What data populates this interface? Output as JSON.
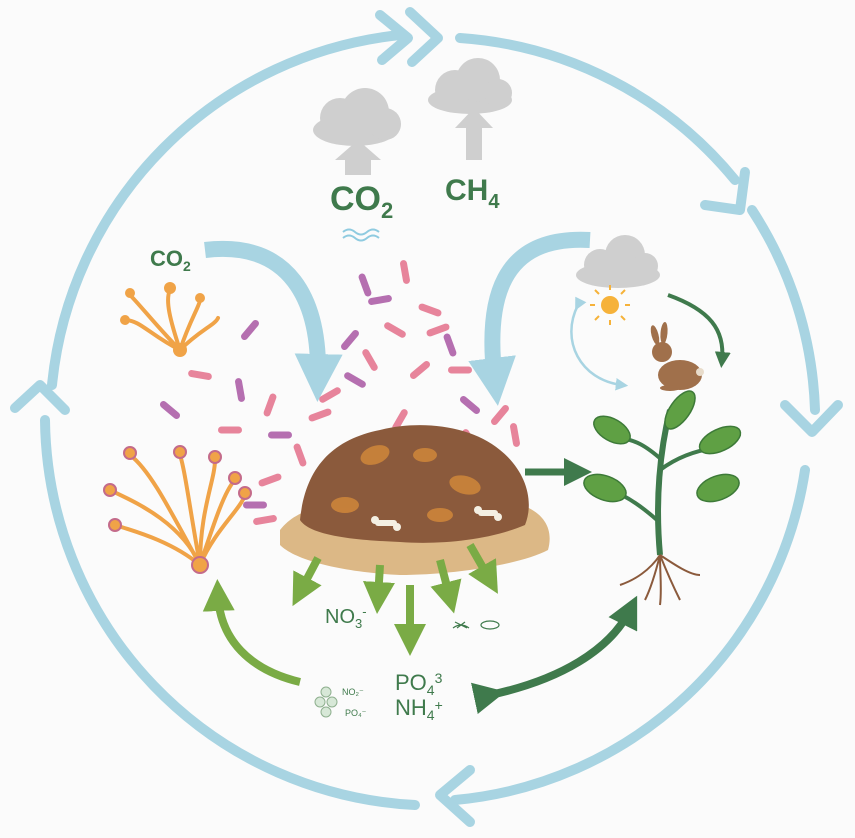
{
  "title": "Soil decomposition and nutrient cycle",
  "labels": {
    "co2_top": {
      "base": "CO",
      "sub": "2"
    },
    "ch4_top": {
      "base": "CH",
      "sub": "4"
    },
    "co2_left": {
      "base": "CO",
      "sub": "2"
    },
    "no3": {
      "base": "NO",
      "sub": "3",
      "sup": "-"
    },
    "po4": {
      "base": "PO",
      "sub": "4",
      "sup": "3"
    },
    "nh4": {
      "base": "NH",
      "sub": "4",
      "sup": "+"
    },
    "no2_small": "NO₂⁻",
    "po4_small": "PO₄⁻"
  },
  "colors": {
    "cycle": "#a8d4e2",
    "green_dark": "#3f7a4c",
    "green_light": "#7aab45",
    "soil": "#8b5a3c",
    "sand": "#dcb886",
    "fungi": "#f0a347"
  }
}
